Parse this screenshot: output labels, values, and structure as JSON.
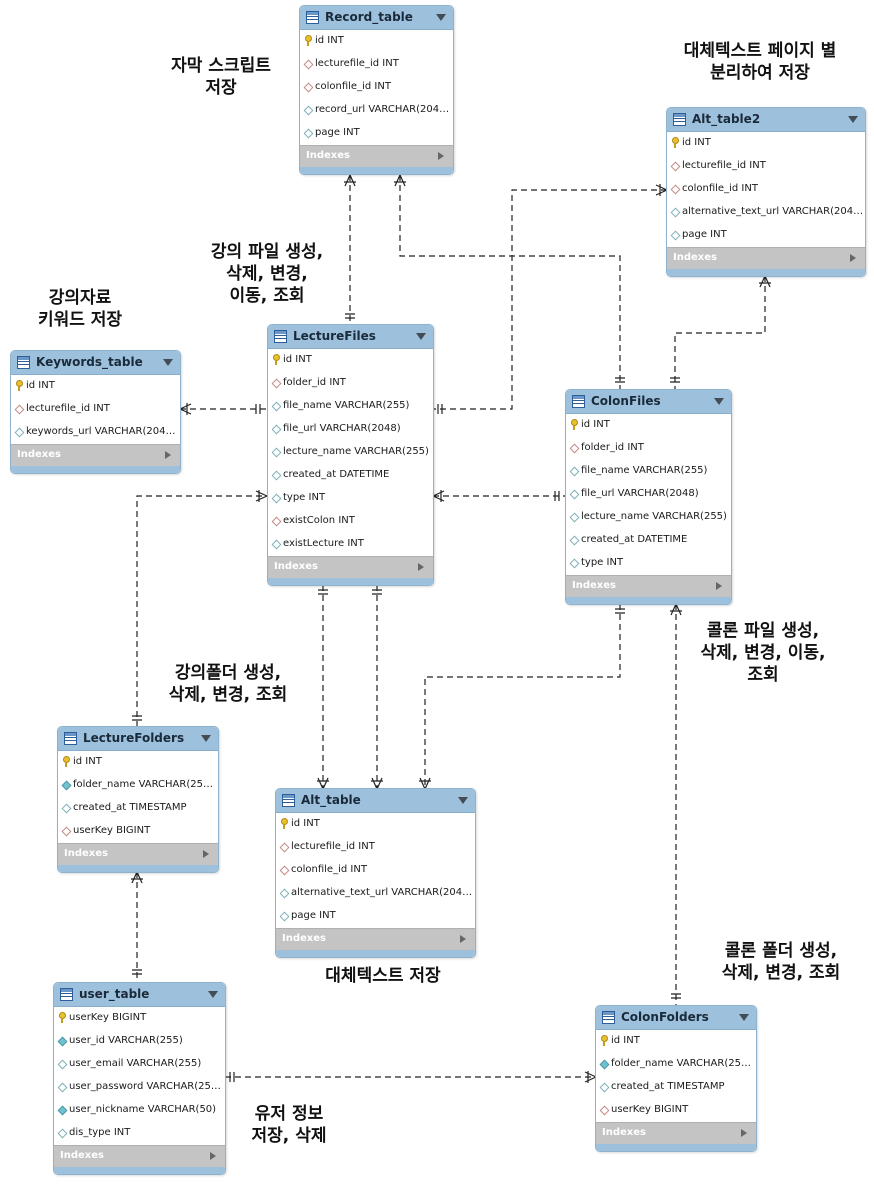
{
  "tables": [
    {
      "id": "record",
      "title": "Record_table",
      "indexes_label": "Indexes",
      "columns": [
        {
          "text": "id INT",
          "kind": "key"
        },
        {
          "text": "lecturefile_id INT",
          "kind": "fk"
        },
        {
          "text": "colonfile_id INT",
          "kind": "fk"
        },
        {
          "text": "record_url VARCHAR(204…",
          "kind": "col"
        },
        {
          "text": "page INT",
          "kind": "col"
        }
      ]
    },
    {
      "id": "alt2",
      "title": "Alt_table2",
      "indexes_label": "Indexes",
      "columns": [
        {
          "text": "id INT",
          "kind": "key"
        },
        {
          "text": "lecturefile_id INT",
          "kind": "fk"
        },
        {
          "text": "colonfile_id INT",
          "kind": "fk"
        },
        {
          "text": "alternative_text_url VARCHAR(204…",
          "kind": "col"
        },
        {
          "text": "page INT",
          "kind": "col"
        }
      ]
    },
    {
      "id": "keywords",
      "title": "Keywords_table",
      "indexes_label": "Indexes",
      "columns": [
        {
          "text": "id INT",
          "kind": "key"
        },
        {
          "text": "lecturefile_id INT",
          "kind": "fk"
        },
        {
          "text": "keywords_url VARCHAR(204…",
          "kind": "col"
        }
      ]
    },
    {
      "id": "lecturefiles",
      "title": "LectureFiles",
      "indexes_label": "Indexes",
      "columns": [
        {
          "text": "id INT",
          "kind": "key"
        },
        {
          "text": "folder_id INT",
          "kind": "fk"
        },
        {
          "text": "file_name VARCHAR(255)",
          "kind": "col"
        },
        {
          "text": "file_url VARCHAR(2048)",
          "kind": "col"
        },
        {
          "text": "lecture_name VARCHAR(255)",
          "kind": "col"
        },
        {
          "text": "created_at DATETIME",
          "kind": "col"
        },
        {
          "text": "type INT",
          "kind": "col"
        },
        {
          "text": "existColon INT",
          "kind": "fk"
        },
        {
          "text": "existLecture INT",
          "kind": "col"
        }
      ]
    },
    {
      "id": "colonfiles",
      "title": "ColonFiles",
      "indexes_label": "Indexes",
      "columns": [
        {
          "text": "id INT",
          "kind": "key"
        },
        {
          "text": "folder_id INT",
          "kind": "fk"
        },
        {
          "text": "file_name VARCHAR(255)",
          "kind": "col"
        },
        {
          "text": "file_url VARCHAR(2048)",
          "kind": "col"
        },
        {
          "text": "lecture_name VARCHAR(255)",
          "kind": "col"
        },
        {
          "text": "created_at DATETIME",
          "kind": "col"
        },
        {
          "text": "type INT",
          "kind": "col"
        }
      ]
    },
    {
      "id": "lecturefolders",
      "title": "LectureFolders",
      "indexes_label": "Indexes",
      "columns": [
        {
          "text": "id INT",
          "kind": "key"
        },
        {
          "text": "folder_name VARCHAR(25…",
          "kind": "nn"
        },
        {
          "text": "created_at TIMESTAMP",
          "kind": "col"
        },
        {
          "text": "userKey BIGINT",
          "kind": "fk"
        }
      ]
    },
    {
      "id": "alt",
      "title": "Alt_table",
      "indexes_label": "Indexes",
      "columns": [
        {
          "text": "id INT",
          "kind": "key"
        },
        {
          "text": "lecturefile_id INT",
          "kind": "fk"
        },
        {
          "text": "colonfile_id INT",
          "kind": "fk"
        },
        {
          "text": "alternative_text_url VARCHAR(204…",
          "kind": "col"
        },
        {
          "text": "page INT",
          "kind": "col"
        }
      ]
    },
    {
      "id": "user",
      "title": "user_table",
      "indexes_label": "Indexes",
      "columns": [
        {
          "text": "userKey BIGINT",
          "kind": "key"
        },
        {
          "text": "user_id VARCHAR(255)",
          "kind": "nn"
        },
        {
          "text": "user_email VARCHAR(255)",
          "kind": "col"
        },
        {
          "text": "user_password VARCHAR(25…",
          "kind": "col"
        },
        {
          "text": "user_nickname VARCHAR(50)",
          "kind": "nn"
        },
        {
          "text": "dis_type INT",
          "kind": "col"
        }
      ]
    },
    {
      "id": "colonfolders",
      "title": "ColonFolders",
      "indexes_label": "Indexes",
      "columns": [
        {
          "text": "id INT",
          "kind": "key"
        },
        {
          "text": "folder_name VARCHAR(25…",
          "kind": "nn"
        },
        {
          "text": "created_at TIMESTAMP",
          "kind": "col"
        },
        {
          "text": "userKey BIGINT",
          "kind": "fk"
        }
      ]
    }
  ],
  "notes": {
    "record": [
      "자막 스크립트",
      "저장"
    ],
    "alt2": [
      "대체텍스트 페이지 별",
      "분리하여 저장"
    ],
    "lecturefiles": [
      "강의 파일 생성,",
      "삭제, 변경,",
      "이동, 조회"
    ],
    "keywords": [
      "강의자료",
      "키워드 저장"
    ],
    "colonfiles": [
      "콜론 파일 생성,",
      "삭제, 변경, 이동,",
      "조회"
    ],
    "lecturefolders": [
      "강의폴더 생성,",
      "삭제, 변경, 조회"
    ],
    "alt": [
      "대체텍스트 저장"
    ],
    "colonfolders": [
      "콜론 폴더 생성,",
      "삭제, 변경, 조회"
    ],
    "user": [
      "유저 정보",
      "저장, 삭제"
    ]
  }
}
